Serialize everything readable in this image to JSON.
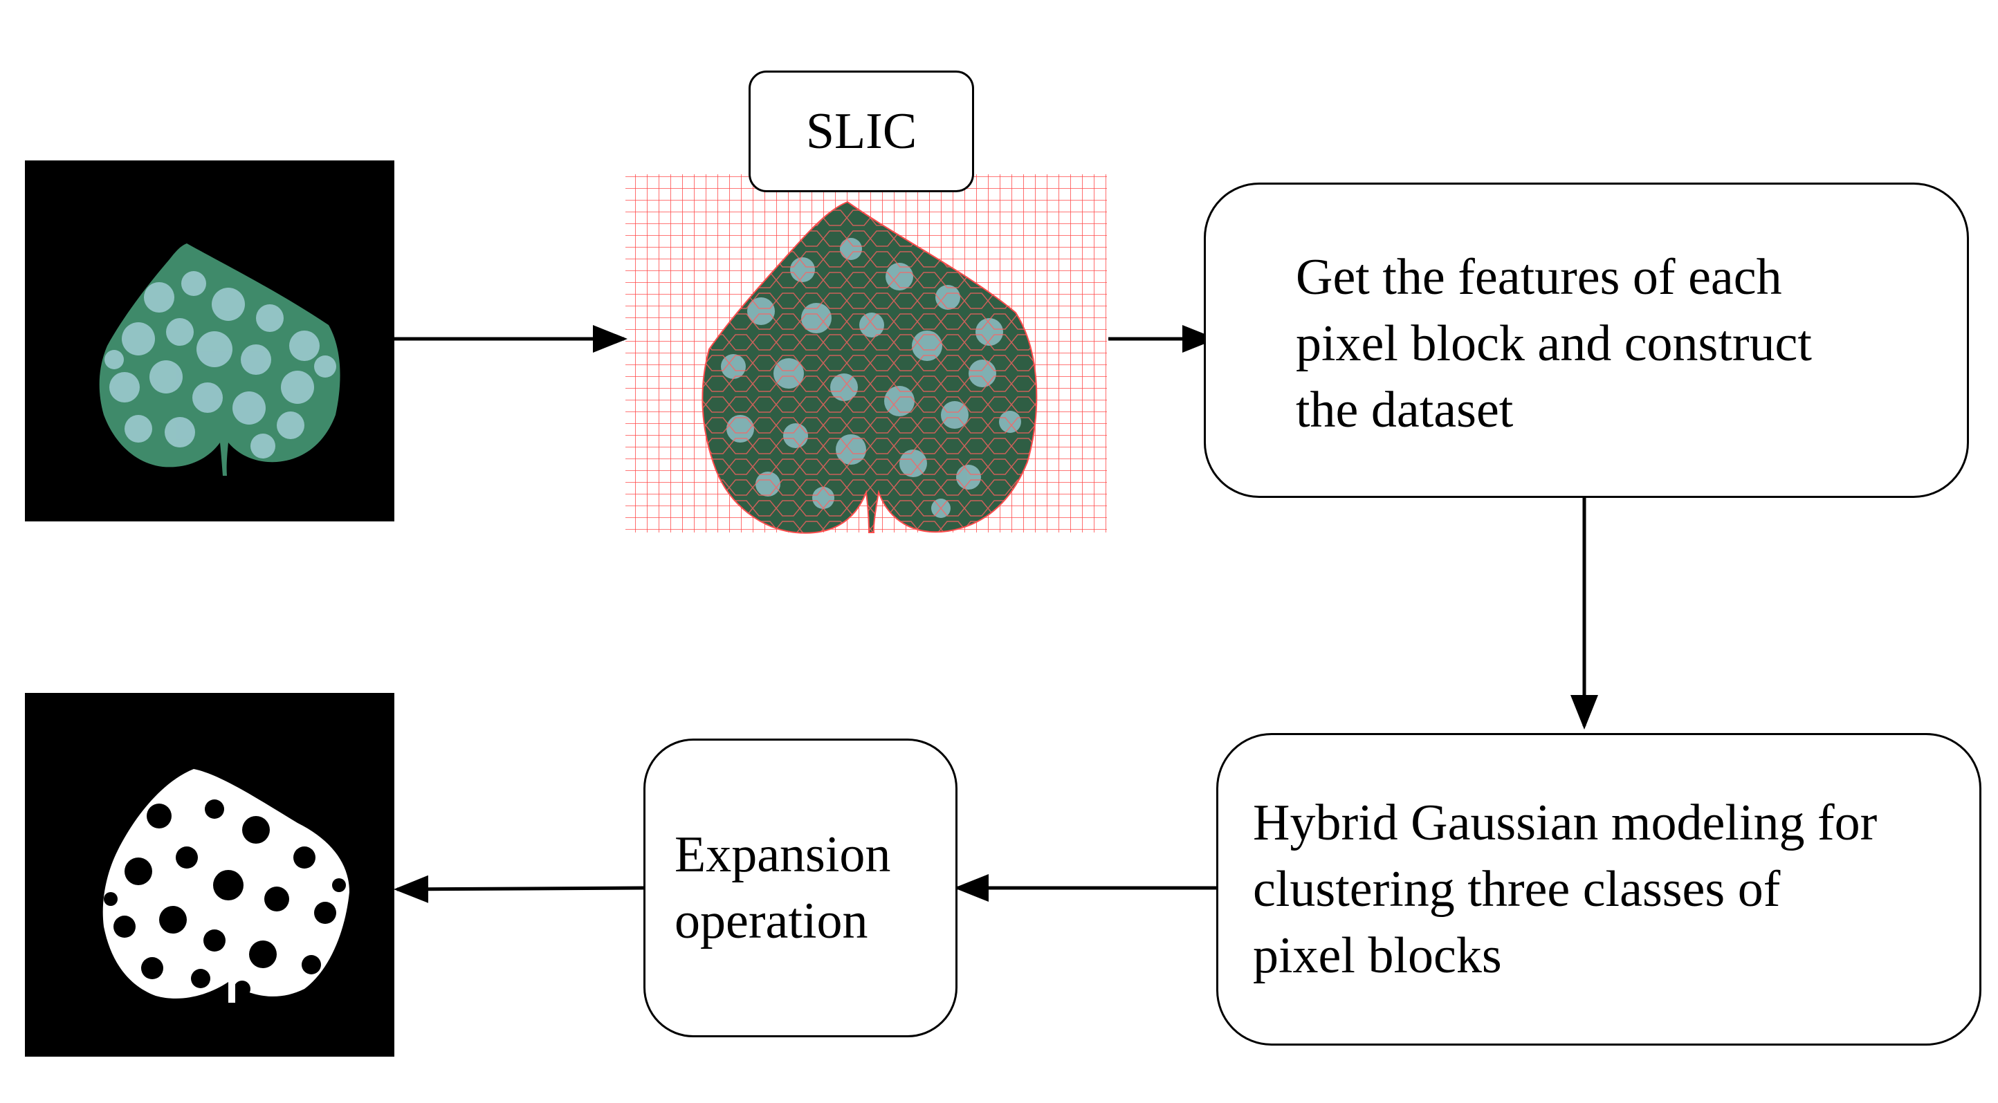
{
  "diagram": {
    "slic_label": "SLIC",
    "features_box": "Get the features of each\npixel block and construct\nthe dataset",
    "gaussian_box": "Hybrid Gaussian modeling for\nclustering three classes of\npixel blocks",
    "expansion_box": "Expansion\noperation"
  },
  "images": {
    "input_leaf": "leaf-rgb-image",
    "slic_leaf": "leaf-superpixel-image",
    "output_mask": "binary-lesion-mask-image"
  },
  "colors": {
    "arrow": "#000000",
    "leaf_green": "#2f5e44",
    "lesion": "#8fbfc6",
    "superpixel_grid": "#ff3b3b",
    "image_background": "#000000",
    "mask_foreground": "#ffffff"
  }
}
